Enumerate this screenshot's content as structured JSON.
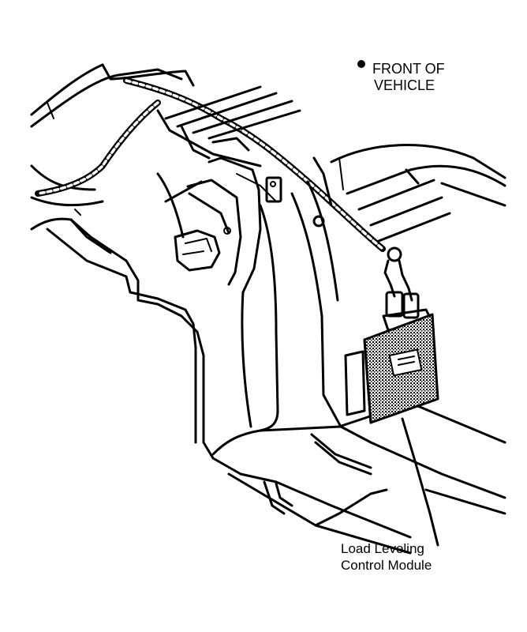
{
  "diagram": {
    "direction_label": {
      "line1": "FRONT OF",
      "line2": "VEHICLE"
    },
    "callout_label": {
      "line1": "Load Leveling",
      "line2": "Control Module"
    },
    "colors": {
      "ink": "#000000",
      "paper": "#ffffff",
      "module_fill": "#8a8a8a"
    }
  }
}
